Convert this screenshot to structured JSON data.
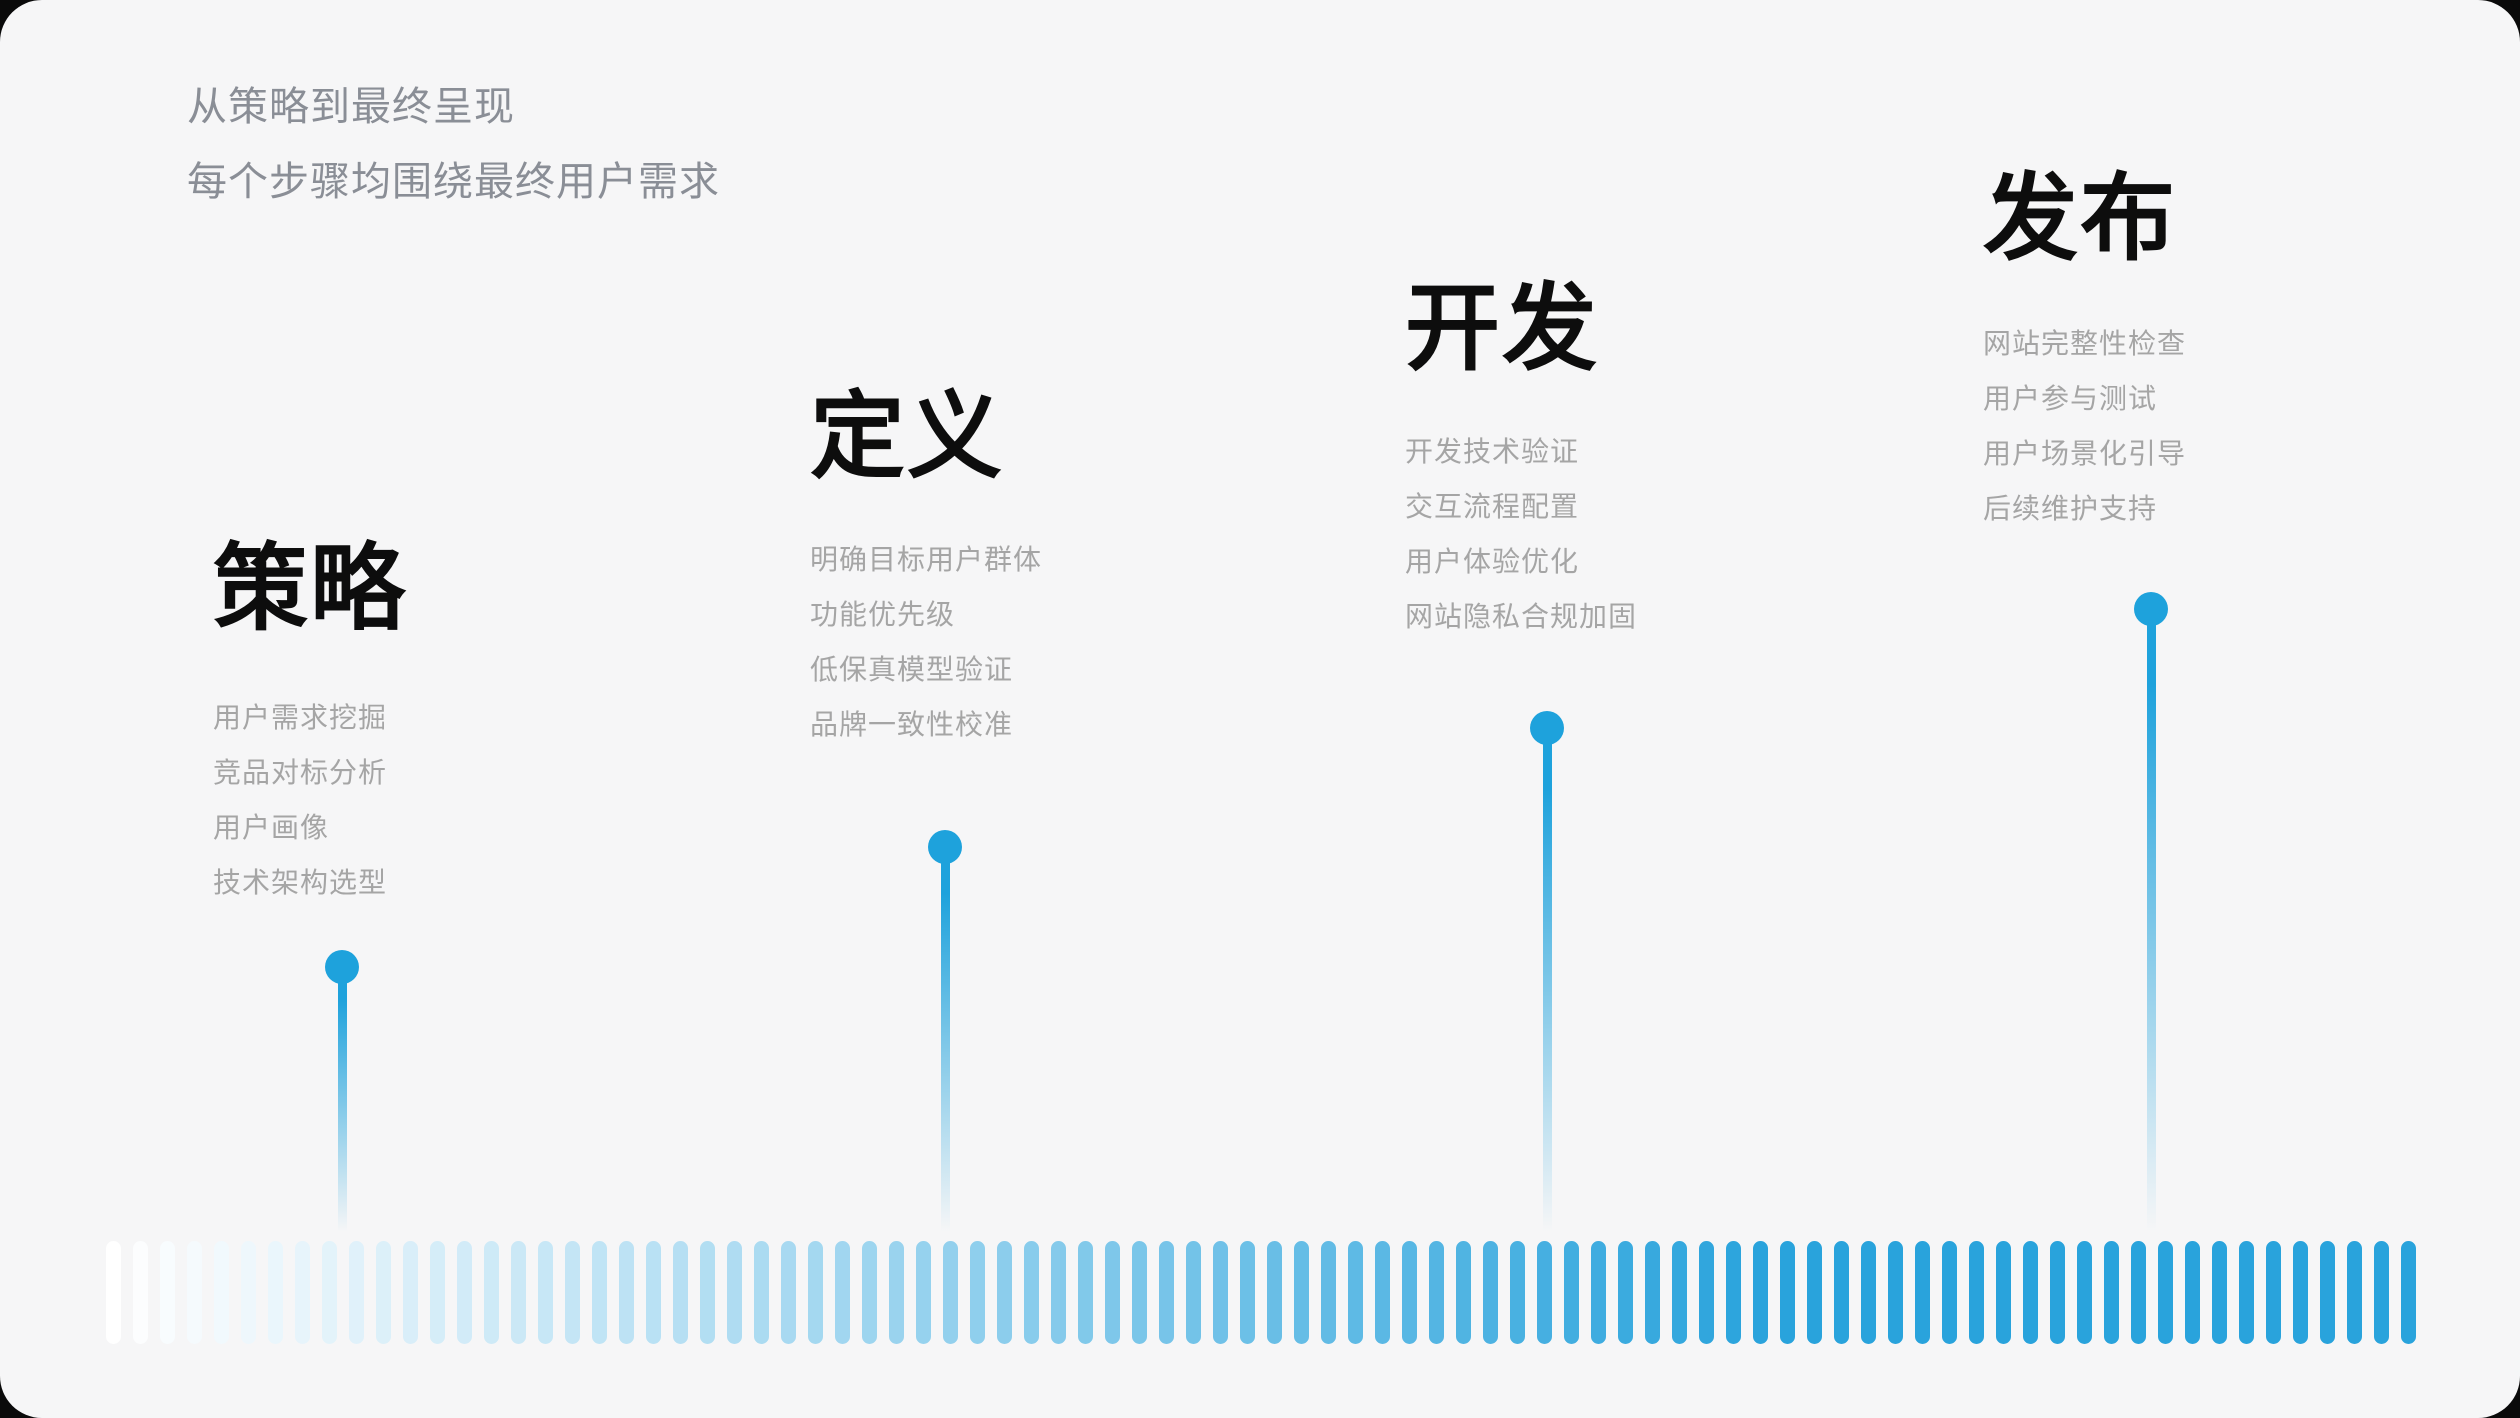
{
  "header": {
    "line1": "从策略到最终呈现",
    "line2": "每个步骤均围绕最终用户需求"
  },
  "stages": [
    {
      "title": "策略",
      "items": [
        "用户需求挖掘",
        "竞品对标分析",
        "用户画像",
        "技术架构选型"
      ]
    },
    {
      "title": "定义",
      "items": [
        "明确目标用户群体",
        "功能优先级",
        "低保真模型验证",
        "品牌一致性校准"
      ]
    },
    {
      "title": "开发",
      "items": [
        "开发技术验证",
        "交互流程配置",
        "用户体验优化",
        "网站隐私合规加固"
      ]
    },
    {
      "title": "发布",
      "items": [
        "网站完整性检查",
        "用户参与测试",
        "用户场景化引导",
        "后续维护支持"
      ]
    }
  ],
  "timeline": {
    "bar_count": 86,
    "gradient_full_at": 0.72
  },
  "colors": {
    "background": "#F6F6F7",
    "accent": "#1EA2DC",
    "bar_start": "#FFFFFF",
    "bar_end": "#29A3DC",
    "title_text": "#0D0D0D",
    "item_text": "#A5A5A5",
    "header_text": "#8A8E96"
  }
}
